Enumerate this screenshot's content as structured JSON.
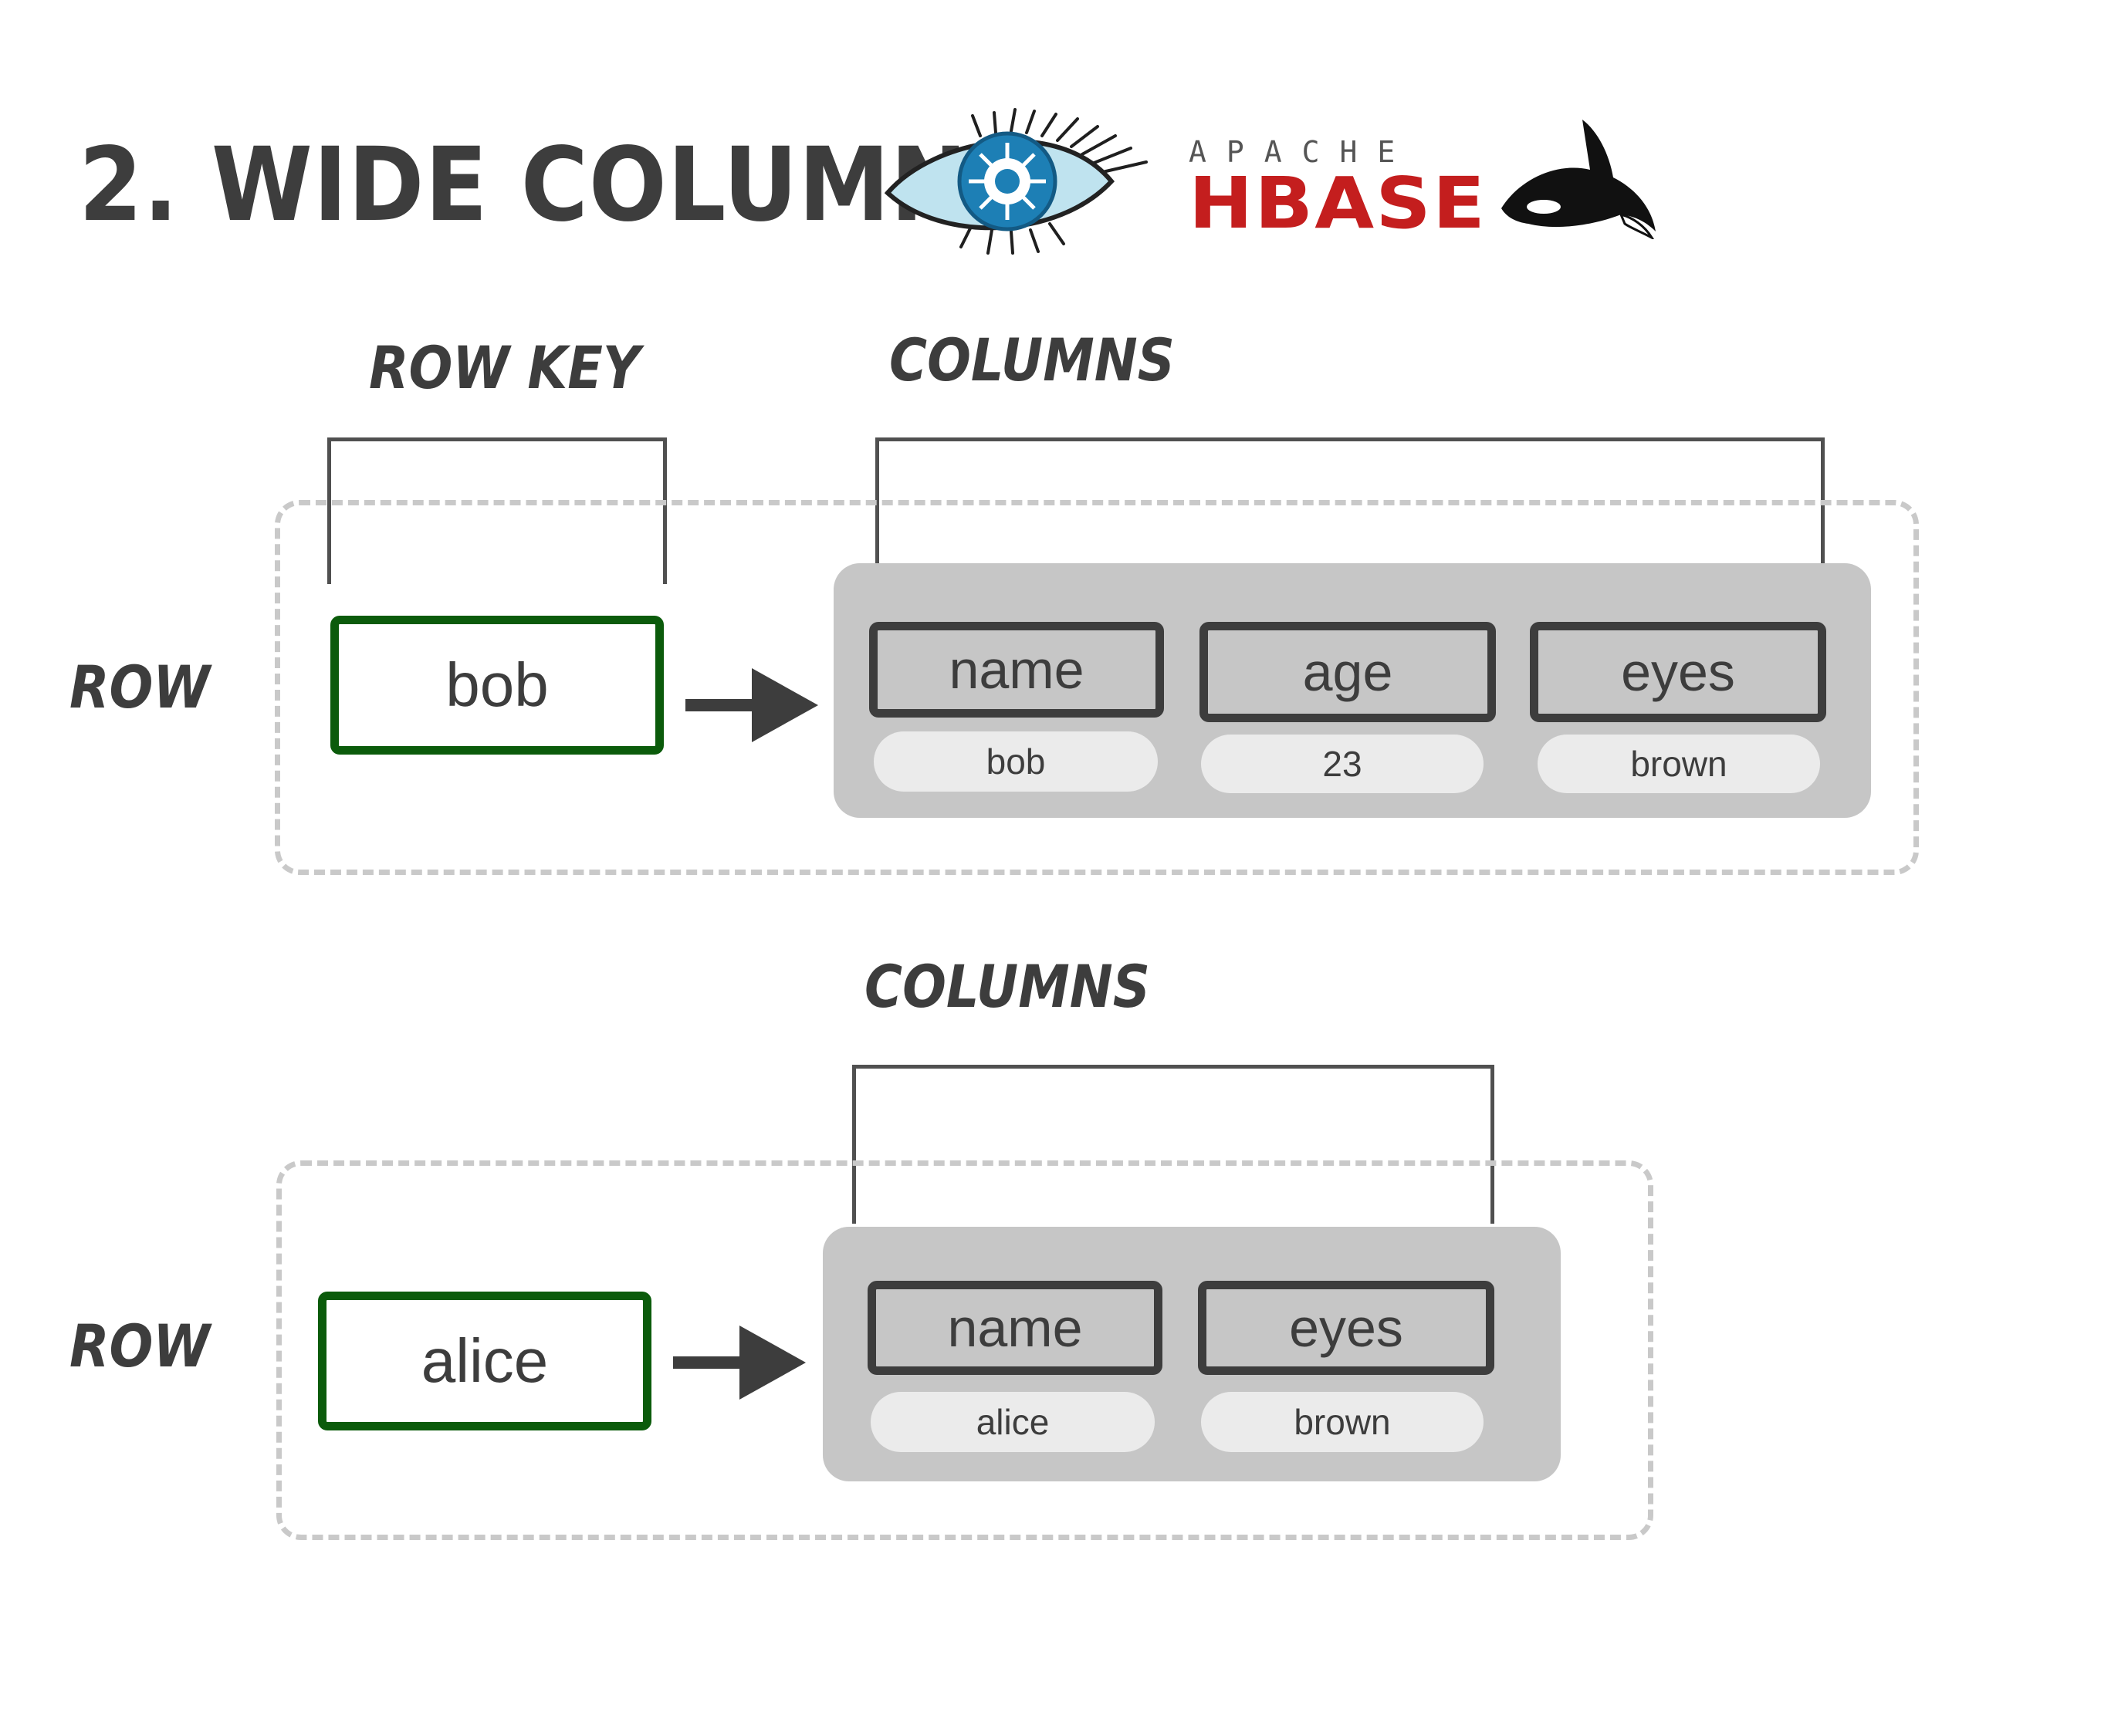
{
  "title": "2. WIDE COLUMN",
  "logos": {
    "cassandra": "cassandra-eye-logo",
    "hbase_small": "APACHE",
    "hbase_big": "HBASE"
  },
  "labels": {
    "row_key": "ROW KEY",
    "columns_top": "COLUMNS",
    "columns_bottom": "COLUMNS",
    "row_top": "ROW",
    "row_bottom": "ROW"
  },
  "rows": [
    {
      "key": "bob",
      "columns": [
        {
          "name": "name",
          "value": "bob"
        },
        {
          "name": "age",
          "value": "23"
        },
        {
          "name": "eyes",
          "value": "brown"
        }
      ]
    },
    {
      "key": "alice",
      "columns": [
        {
          "name": "name",
          "value": "alice"
        },
        {
          "name": "eyes",
          "value": "brown"
        }
      ]
    }
  ],
  "colors": {
    "key_border": "#0b5b0b",
    "text": "#3d3d3d",
    "panel": "#c6c6c6",
    "value_pill": "#ebebeb",
    "hbase_red": "#c41e1e",
    "cassandra_blue": "#1d7fb5"
  }
}
